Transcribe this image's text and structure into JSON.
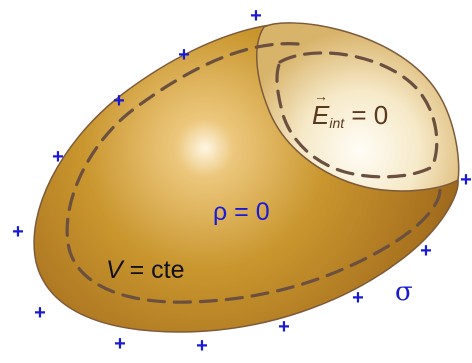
{
  "labels": {
    "rho": "ρ = 0",
    "potential_symbol": "V",
    "potential_rest": " = cte",
    "sigma": "σ",
    "field_symbol": "E",
    "field_sub": "int",
    "field_rest": " = 0",
    "vector_arrow": "→"
  },
  "charge_symbol": "+",
  "colors": {
    "charges": "#1a1ad6",
    "rho": "#1a1ad6",
    "sigma": "#1a1ad6",
    "body_mid": "#c9962e",
    "body_dark": "#8a5a1c",
    "cavity_light": "#fbf5e6",
    "dashed": "#6b5040"
  }
}
